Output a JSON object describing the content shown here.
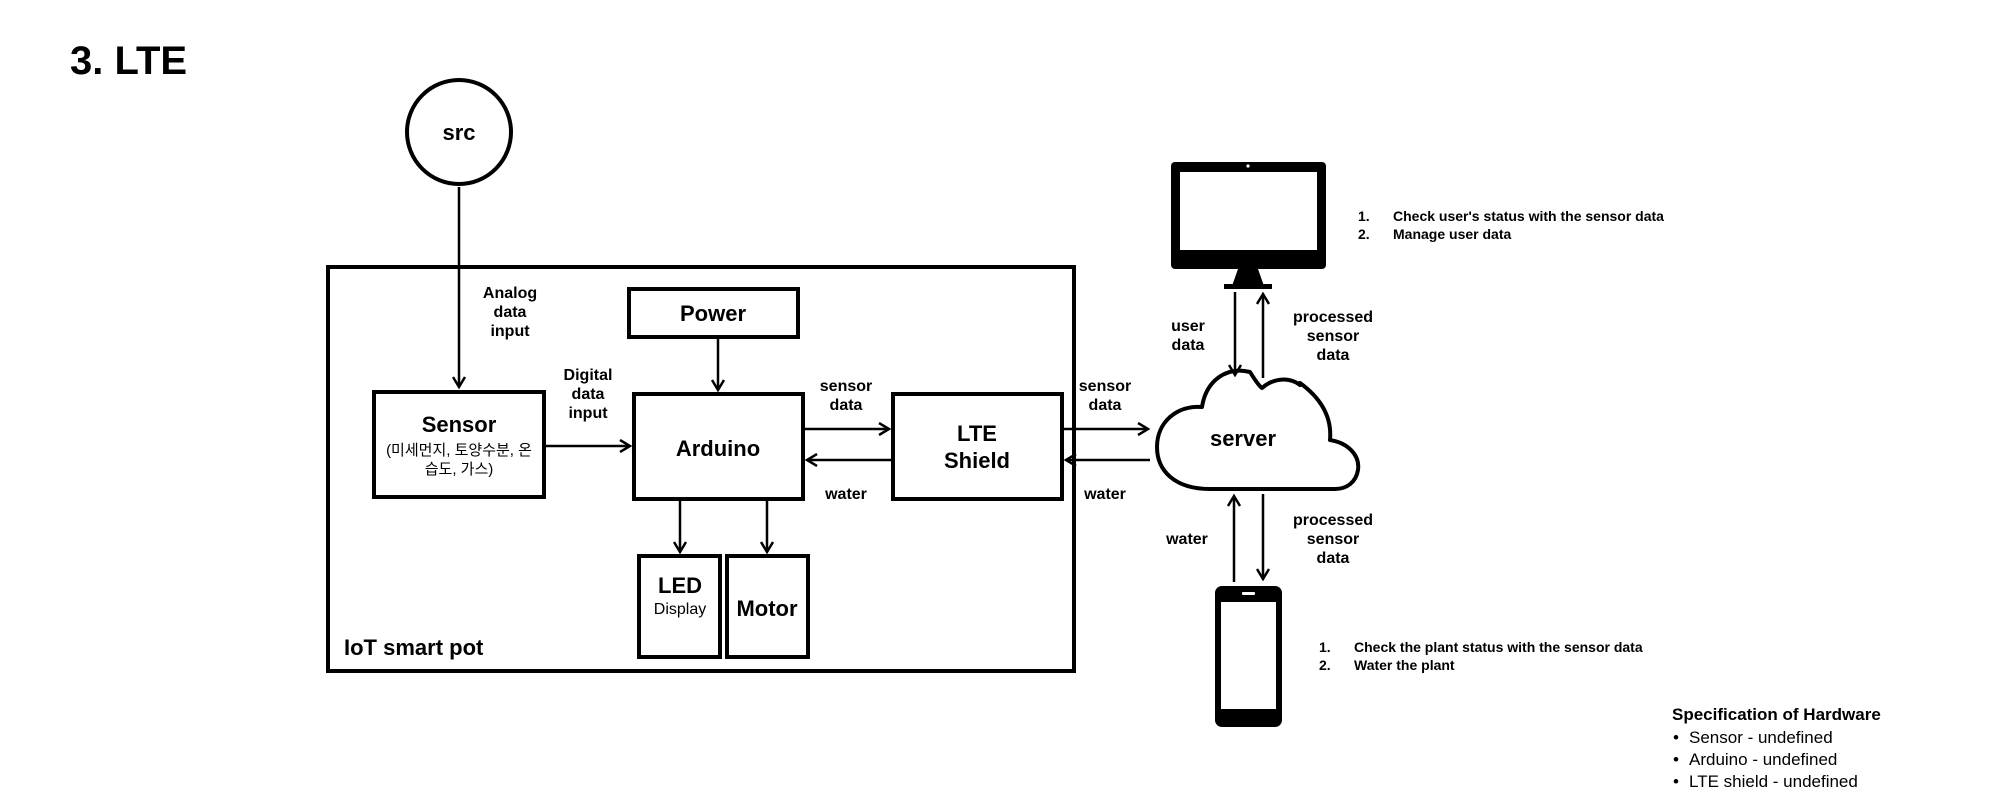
{
  "title": "3. LTE",
  "nodes": {
    "src": "src",
    "sensor": {
      "title": "Sensor",
      "detail_line1": "(미세먼지, 토양수분, 온",
      "detail_line2": "습도, 가스)"
    },
    "power": "Power",
    "arduino": "Arduino",
    "lte_shield": {
      "line1": "LTE",
      "line2": "Shield"
    },
    "led_display": {
      "line1": "LED",
      "line2": "Display"
    },
    "motor": "Motor",
    "server": "server",
    "container": "IoT smart pot"
  },
  "edges": {
    "analog": [
      "Analog",
      "data",
      "input"
    ],
    "digital": [
      "Digital",
      "data",
      "input"
    ],
    "sensor_data_1": [
      "sensor",
      "data"
    ],
    "water_1": "water",
    "sensor_data_2": [
      "sensor",
      "data"
    ],
    "water_2": "water",
    "user_data": [
      "user",
      "data"
    ],
    "processed_top": [
      "processed",
      "sensor",
      "data"
    ],
    "water_3": "water",
    "processed_bottom": [
      "processed",
      "sensor",
      "data"
    ]
  },
  "monitor_notes": [
    {
      "num": "1.",
      "text": "Check user's status with the sensor data"
    },
    {
      "num": "2.",
      "text": "Manage user data"
    }
  ],
  "phone_notes": [
    {
      "num": "1.",
      "text": "Check the plant status with the sensor data"
    },
    {
      "num": "2.",
      "text": "Water the plant"
    }
  ],
  "spec": {
    "title": "Specification of Hardware",
    "items": [
      "Sensor - undefined",
      "Arduino - undefined",
      "LTE shield - undefined"
    ]
  }
}
